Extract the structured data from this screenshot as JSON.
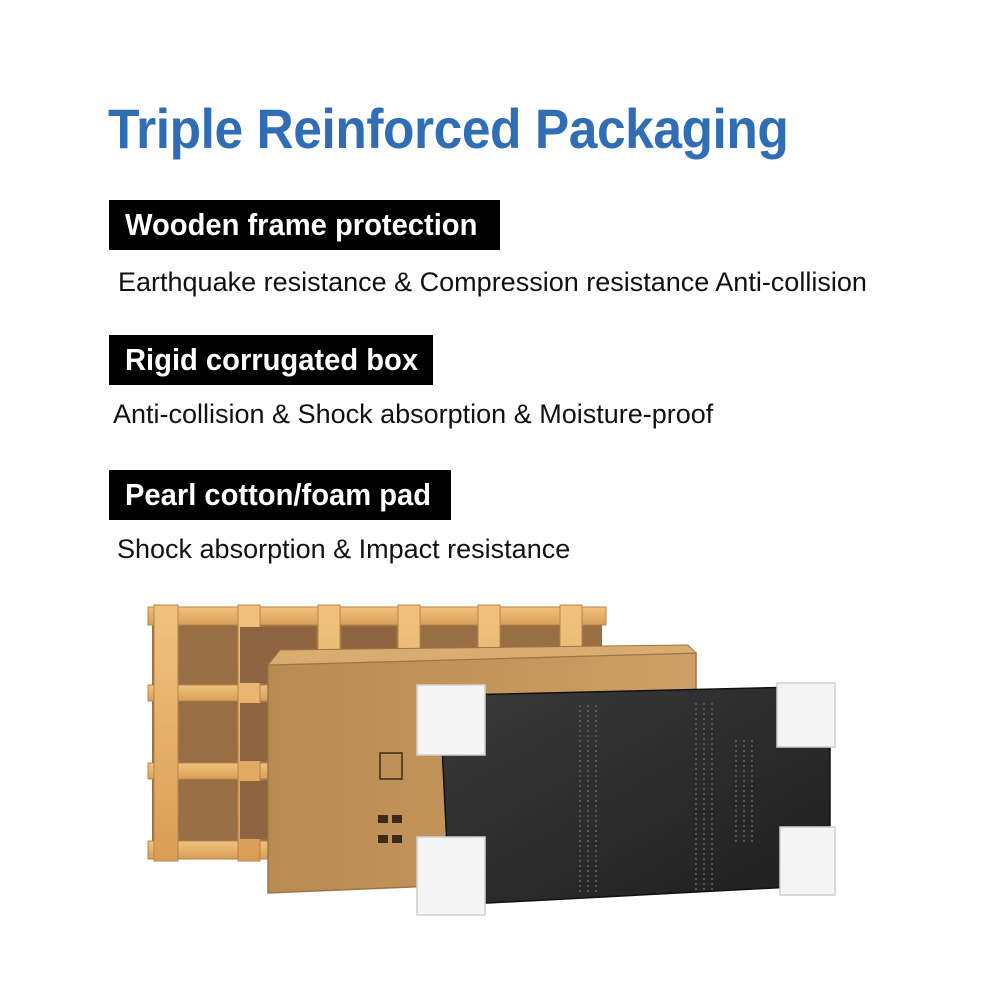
{
  "title": "Triple Reinforced Packaging",
  "layers": [
    {
      "heading": "Wooden frame protection",
      "description": "Earthquake resistance & Compression resistance Anti-collision"
    },
    {
      "heading": "Rigid corrugated box",
      "description": "Anti-collision & Shock absorption & Moisture-proof"
    },
    {
      "heading": "Pearl cotton/foam pad",
      "description": "Shock absorption & Impact resistance"
    }
  ],
  "colors": {
    "title": "#2f6db5",
    "badge_background": "#000000",
    "badge_text": "#ffffff",
    "wood": "#e8b46e",
    "cardboard": "#c8985c",
    "foam": "#f2f2f2",
    "device": "#2b2b2b"
  }
}
